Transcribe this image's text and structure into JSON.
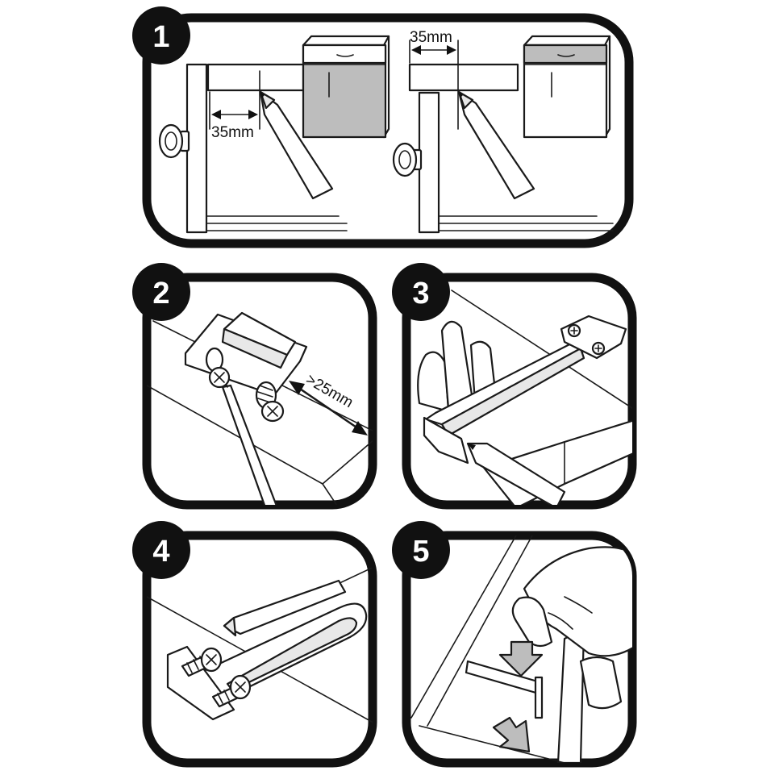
{
  "steps": [
    {
      "number": "1",
      "labels": [
        "35mm",
        "35mm"
      ]
    },
    {
      "number": "2",
      "labels": [
        ">25mm"
      ]
    },
    {
      "number": "3"
    },
    {
      "number": "4"
    },
    {
      "number": "5"
    }
  ]
}
